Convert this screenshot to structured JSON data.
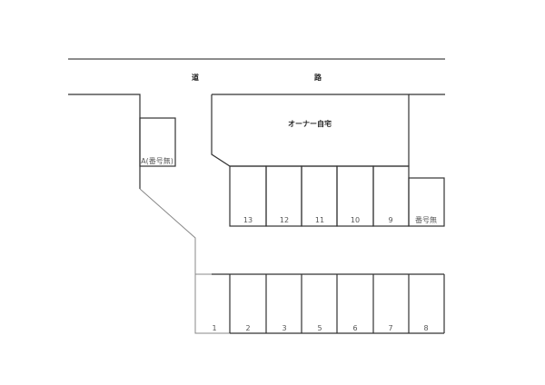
{
  "road": {
    "left_char": "道",
    "right_char": "路"
  },
  "owner_house": "オーナー自宅",
  "space_a": "A(番号無)",
  "top_row": [
    "13",
    "12",
    "11",
    "10",
    "9",
    "番号無"
  ],
  "bottom_row": [
    "1",
    "2",
    "3",
    "5",
    "6",
    "7",
    "8"
  ]
}
